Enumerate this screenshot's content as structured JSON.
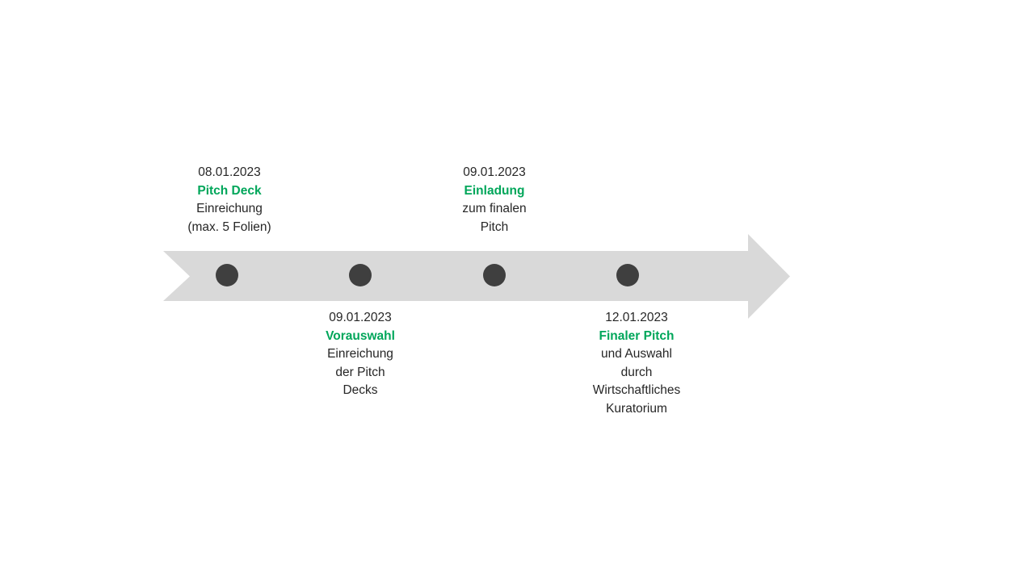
{
  "diagram": {
    "type": "timeline-arrow",
    "colors": {
      "arrow_fill": "#D9D9D9",
      "marker_fill": "#3F3F3F",
      "title_accent": "#00A65A",
      "body_text": "#262626",
      "background": "#FFFFFF"
    },
    "milestones": [
      {
        "id": "pitch-deck",
        "date": "08.01.2023",
        "title": "Pitch Deck",
        "description_lines": [
          "Einreichung",
          "(max. 5 Folien)"
        ],
        "position": "above"
      },
      {
        "id": "vorauswahl",
        "date": "09.01.2023",
        "title": "Vorauswahl",
        "description_lines": [
          "Einreichung",
          "der Pitch",
          "Decks"
        ],
        "position": "below"
      },
      {
        "id": "einladung",
        "date": "09.01.2023",
        "title": "Einladung",
        "description_lines": [
          "zum finalen",
          "Pitch"
        ],
        "position": "above"
      },
      {
        "id": "finaler-pitch",
        "date": "12.01.2023",
        "title": "Finaler Pitch",
        "description_lines": [
          "und Auswahl",
          "durch",
          "Wirtschaftliches",
          "Kuratorium"
        ],
        "position": "below"
      }
    ]
  }
}
